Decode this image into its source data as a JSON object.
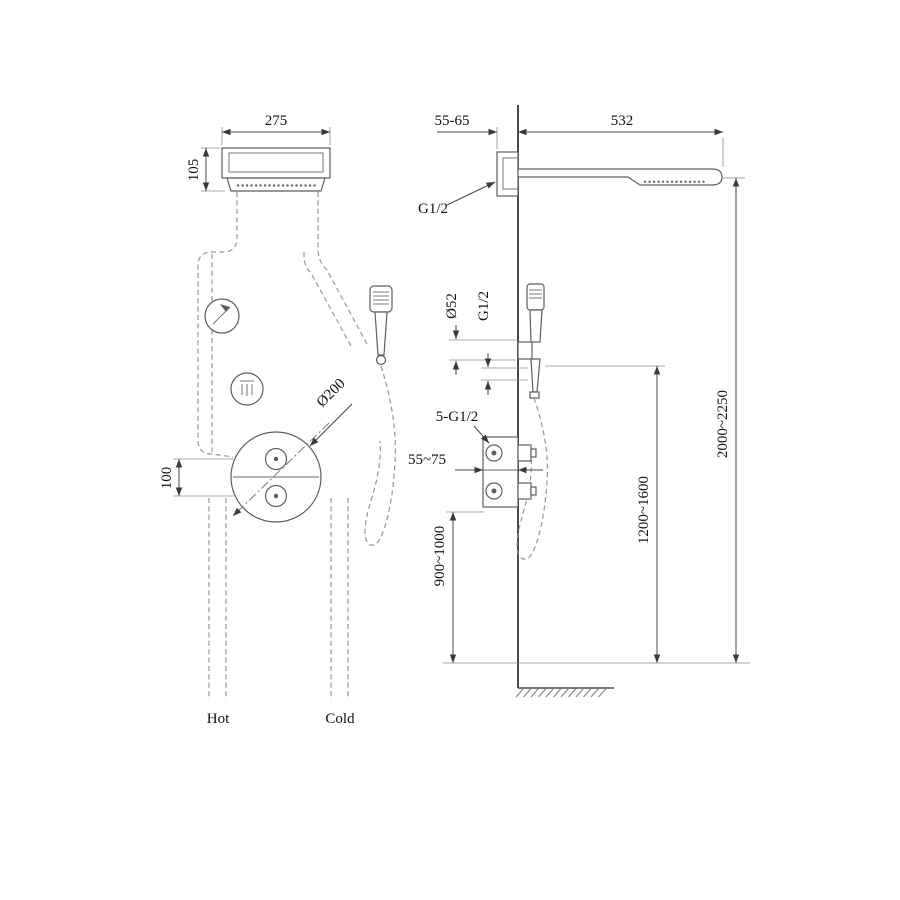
{
  "front_view": {
    "head_width": "275",
    "head_height": "105",
    "valve_diameter": "Ø200",
    "handle_spacing": "100",
    "hot_label": "Hot",
    "cold_label": "Cold"
  },
  "side_view": {
    "wall_offset": "55-65",
    "arm_length": "532",
    "arm_thread": "G1/2",
    "handshower_diameter": "Ø52",
    "handshower_thread": "G1/2",
    "valve_threads": "5-G1/2",
    "valve_depth": "55~75",
    "valve_height": "900~1000",
    "handshower_height": "1200~1600",
    "head_height": "2000~2250"
  }
}
